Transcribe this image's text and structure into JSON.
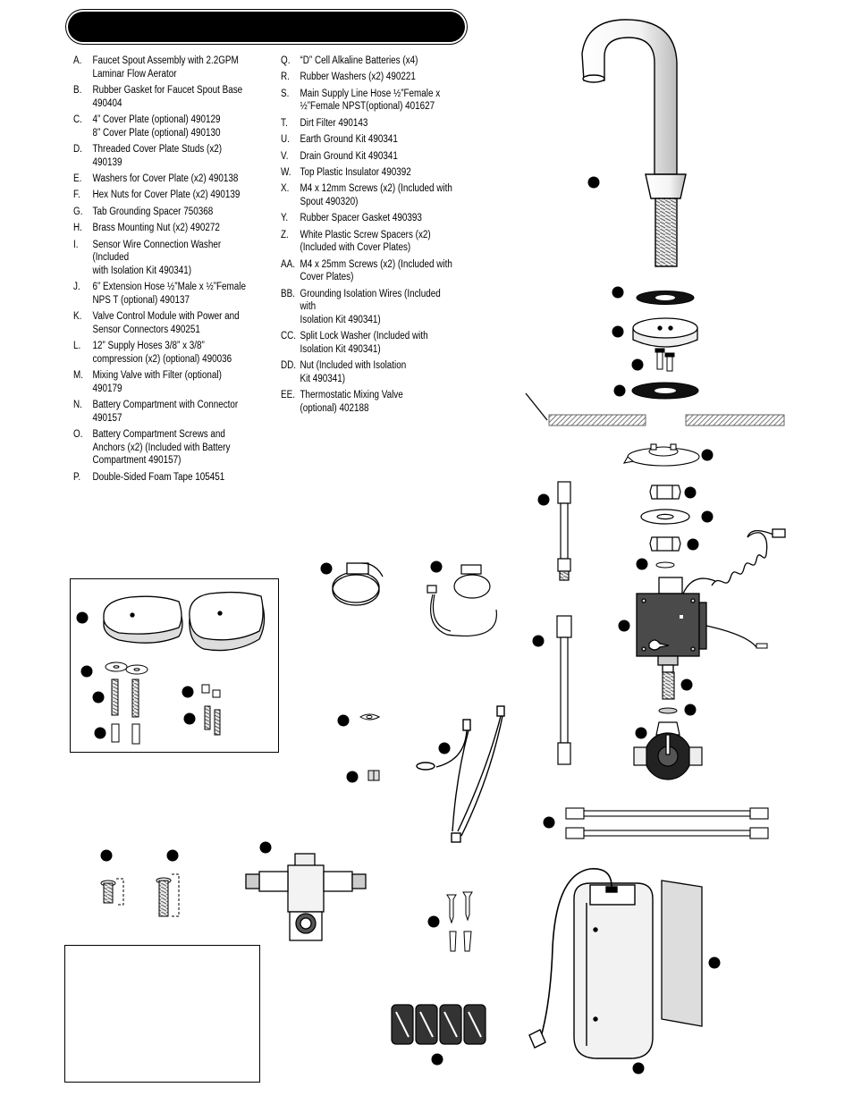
{
  "parts_left": [
    {
      "key": "A.",
      "desc": "Faucet Spout Assembly with 2.2GPM\nLaminar Flow Aerator"
    },
    {
      "key": "B.",
      "desc": "Rubber Gasket for Faucet Spout Base\n490404"
    },
    {
      "key": "C.",
      "desc": "4” Cover Plate (optional) 490129\n8” Cover Plate (optional) 490130"
    },
    {
      "key": "D.",
      "desc": "Threaded Cover Plate Studs  (x2)\n490139"
    },
    {
      "key": "E.",
      "desc": "Washers for Cover Plate  (x2) 490138"
    },
    {
      "key": "F.",
      "desc": "Hex Nuts for Cover Plate  (x2) 490139"
    },
    {
      "key": "G.",
      "desc": "Tab Grounding Spacer 750368"
    },
    {
      "key": "H.",
      "desc": "Brass Mounting Nut  (x2) 490272"
    },
    {
      "key": "I.",
      "desc": "Sensor Wire Connection Washer (Included\nwith Isolation Kit 490341)"
    },
    {
      "key": "J.",
      "desc": "6” Extension Hose ½”Male x ½”Female\nNPS T (optional) 490137"
    },
    {
      "key": "K.",
      "desc": "Valve Control Module with Power and\nSensor Connectors 490251"
    },
    {
      "key": "L.",
      "desc": "12” Supply Hoses 3/8” x 3/8”\ncompression (x2) (optional) 490036"
    },
    {
      "key": "M.",
      "desc": "Mixing Valve with Filter (optional)\n490179"
    },
    {
      "key": "N.",
      "desc": "Battery Compartment with Connector\n490157"
    },
    {
      "key": "O.",
      "desc": "Battery Compartment Screws and\nAnchors (x2) (Included with Battery\nCompartment 490157)"
    },
    {
      "key": "P.",
      "desc": "Double-Sided Foam Tape 105451"
    }
  ],
  "parts_right": [
    {
      "key": "Q.",
      "desc": "“D” Cell Alkaline Batteries (x4)"
    },
    {
      "key": "R.",
      "desc": "Rubber Washers (x2) 490221"
    },
    {
      "key": "S.",
      "desc": "Main Supply Line Hose ½”Female x\n½”Female NPST(optional) 401627"
    },
    {
      "key": "T.",
      "desc": "Dirt Filter 490143"
    },
    {
      "key": "U.",
      "desc": "Earth Ground Kit 490341"
    },
    {
      "key": "V.",
      "desc": "Drain Ground Kit 490341"
    },
    {
      "key": "W.",
      "desc": "Top Plastic Insulator 490392"
    },
    {
      "key": "X.",
      "desc": "M4 x 12mm Screws (x2) (Included with\nSpout 490320)"
    },
    {
      "key": "Y.",
      "desc": "Rubber Spacer Gasket 490393"
    },
    {
      "key": "Z.",
      "desc": "White Plastic Screw Spacers (x2)\n(Included with Cover Plates)"
    },
    {
      "key": "AA.",
      "desc": "M4 x 25mm Screws (x2) (Included with\nCover Plates)"
    },
    {
      "key": "BB.",
      "desc": "Grounding Isolation Wires (Included with\nIsolation Kit 490341)"
    },
    {
      "key": "CC.",
      "desc": "Split Lock Washer (Included with\nIsolation Kit 490341)"
    },
    {
      "key": "DD.",
      "desc": "Nut (Included with Isolation\nKit 490341)"
    },
    {
      "key": "EE.",
      "desc": "Thermostatic Mixing Valve\n(optional) 402188"
    }
  ],
  "colors": {
    "ink": "#000000",
    "paper": "#ffffff",
    "hatch": "#8a8a8a",
    "shade": "#d9d9d9"
  }
}
